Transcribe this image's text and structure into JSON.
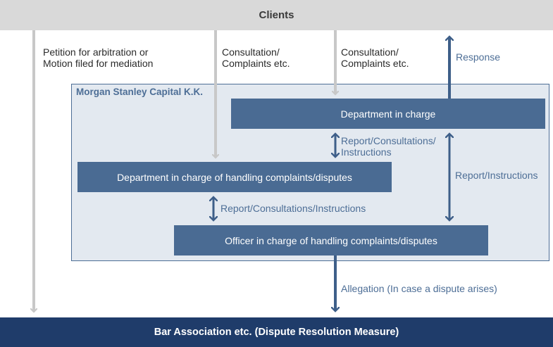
{
  "clients": "Clients",
  "company": "Morgan Stanley Capital K.K.",
  "boxes": {
    "dept_in_charge": "Department in charge",
    "dept_complaints": "Department in charge of handling complaints/disputes",
    "officer": "Officer in charge of handling complaints/disputes"
  },
  "bar_association": "Bar Association etc. (Dispute Resolution Measure)",
  "labels": {
    "petition_line1": "Petition for arbitration or",
    "petition_line2": "Motion filed for mediation",
    "consult1_line1": "Consultation/",
    "consult1_line2": "Complaints etc.",
    "consult2_line1": "Consultation/",
    "consult2_line2": "Complaints etc.",
    "response": "Response",
    "report_consult_instr_line1": "Report/Consultations/",
    "report_consult_instr_line2": "Instructions",
    "report_instructions": "Report/Instructions",
    "report_consult_instr_full": "Report/Consultations/Instructions",
    "allegation": "Allegation (In case a dispute arises)"
  },
  "colors": {
    "gray_bar": "#d9d9d9",
    "company_fill": "#e3e9f0",
    "box_blue": "#4a6b93",
    "dark_navy": "#1f3c6a",
    "label_blue": "#4d6e96",
    "gray_arrow": "#c8c8c8"
  }
}
